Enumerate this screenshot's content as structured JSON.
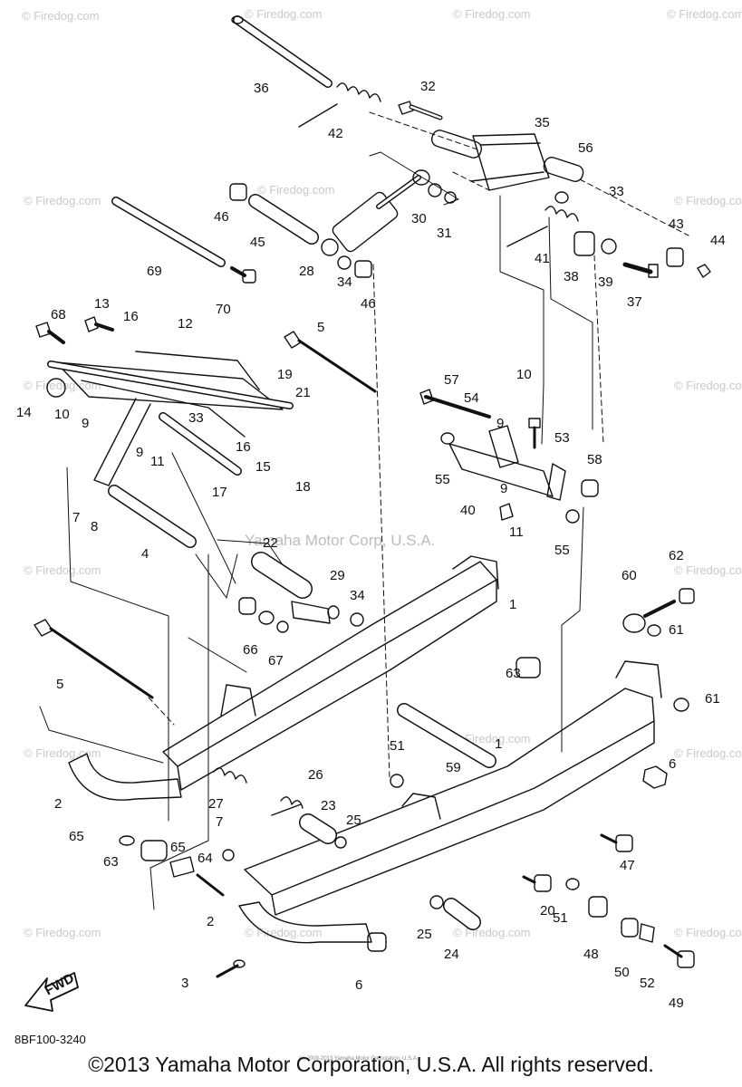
{
  "document_number": "8BF100-3240",
  "copyright": "©2013 Yamaha Motor Corporation, U.S.A. All rights reserved.",
  "fine_print": "(c) 2000-2013 Yamaha Motor Corporation, U.S.A.",
  "watermark_text": "© Firedog.com",
  "center_watermark": "Yamaha Motor Corp, U.S.A.",
  "fwd_label": "FWD",
  "callouts": [
    "36",
    "42",
    "32",
    "35",
    "56",
    "33",
    "46",
    "45",
    "30",
    "31",
    "28",
    "34",
    "46",
    "41",
    "38",
    "39",
    "43",
    "44",
    "37",
    "69",
    "70",
    "68",
    "13",
    "16",
    "12",
    "5",
    "14",
    "10",
    "9",
    "33",
    "19",
    "21",
    "16",
    "15",
    "9",
    "11",
    "7",
    "8",
    "17",
    "18",
    "57",
    "10",
    "54",
    "9",
    "53",
    "58",
    "55",
    "40",
    "9",
    "11",
    "55",
    "4",
    "22",
    "29",
    "34",
    "66",
    "67",
    "1",
    "60",
    "62",
    "61",
    "5",
    "63",
    "61",
    "51",
    "59",
    "1",
    "6",
    "2",
    "27",
    "26",
    "23",
    "25",
    "7",
    "65",
    "63",
    "65",
    "64",
    "47",
    "20",
    "51",
    "2",
    "25",
    "24",
    "48",
    "50",
    "52",
    "49",
    "3",
    "6"
  ],
  "colors": {
    "ink": "#111111",
    "watermark": "#c9c9c9",
    "background": "#ffffff"
  }
}
